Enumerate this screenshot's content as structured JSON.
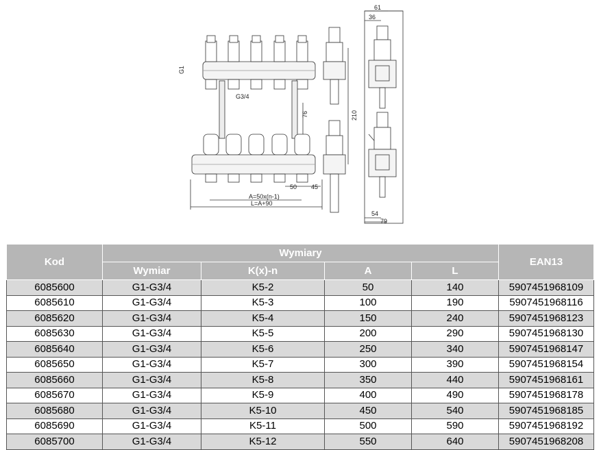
{
  "drawing": {
    "labels": {
      "g1": "G1",
      "g34": "G3/4",
      "d76": "76",
      "d210": "210",
      "d50": "50",
      "d45": "45",
      "formula_a": "A=50x(n-1)",
      "formula_l": "L=A+90",
      "d61": "61",
      "d36": "36",
      "d54": "54",
      "d79": "79"
    }
  },
  "table": {
    "headers": {
      "kod": "Kod",
      "wymiary": "Wymiary",
      "ean": "EAN13",
      "wymiar": "Wymiar",
      "kxn": "K(x)-n",
      "a": "A",
      "l": "L"
    },
    "rows": [
      {
        "kod": "6085600",
        "wymiar": "G1-G3/4",
        "kxn": "K5-2",
        "a": "50",
        "l": "140",
        "ean": "5907451968109"
      },
      {
        "kod": "6085610",
        "wymiar": "G1-G3/4",
        "kxn": "K5-3",
        "a": "100",
        "l": "190",
        "ean": "5907451968116"
      },
      {
        "kod": "6085620",
        "wymiar": "G1-G3/4",
        "kxn": "K5-4",
        "a": "150",
        "l": "240",
        "ean": "5907451968123"
      },
      {
        "kod": "6085630",
        "wymiar": "G1-G3/4",
        "kxn": "K5-5",
        "a": "200",
        "l": "290",
        "ean": "5907451968130"
      },
      {
        "kod": "6085640",
        "wymiar": "G1-G3/4",
        "kxn": "K5-6",
        "a": "250",
        "l": "340",
        "ean": "5907451968147"
      },
      {
        "kod": "6085650",
        "wymiar": "G1-G3/4",
        "kxn": "K5-7",
        "a": "300",
        "l": "390",
        "ean": "5907451968154"
      },
      {
        "kod": "6085660",
        "wymiar": "G1-G3/4",
        "kxn": "K5-8",
        "a": "350",
        "l": "440",
        "ean": "5907451968161"
      },
      {
        "kod": "6085670",
        "wymiar": "G1-G3/4",
        "kxn": "K5-9",
        "a": "400",
        "l": "490",
        "ean": "5907451968178"
      },
      {
        "kod": "6085680",
        "wymiar": "G1-G3/4",
        "kxn": "K5-10",
        "a": "450",
        "l": "540",
        "ean": "5907451968185"
      },
      {
        "kod": "6085690",
        "wymiar": "G1-G3/4",
        "kxn": "K5-11",
        "a": "500",
        "l": "590",
        "ean": "5907451968192"
      },
      {
        "kod": "6085700",
        "wymiar": "G1-G3/4",
        "kxn": "K5-12",
        "a": "550",
        "l": "640",
        "ean": "5907451968208"
      }
    ]
  }
}
